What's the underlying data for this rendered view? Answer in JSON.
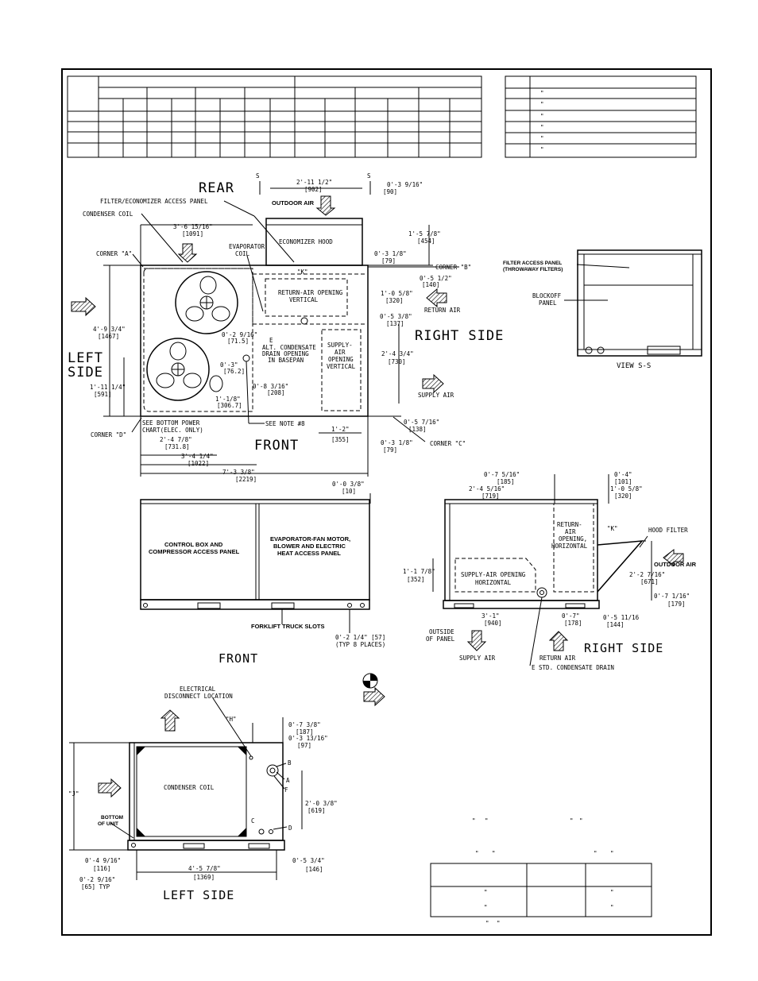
{
  "plan_top": {
    "title_rear": "REAR",
    "title_front": "FRONT",
    "title_left_side": [
      "LEFT",
      "SIDE"
    ],
    "title_right_side": "RIGHT SIDE",
    "labels": {
      "filter_panel": "FILTER/ECONOMIZER ACCESS PANEL",
      "condenser_coil": "CONDENSER COIL",
      "corner_a": "CORNER \"A\"",
      "corner_b": "CORNER \"B\"",
      "corner_c": "CORNER \"C\"",
      "corner_d": "CORNER \"D\"",
      "evaporator_coil": [
        "EVAPORATOR",
        "COIL"
      ],
      "outdoor_air": "OUTDOOR AIR",
      "economizer_hood": "ECONOMIZER HOOD",
      "return_air_vertical": [
        "RETURN-AIR OPENING",
        "VERTICAL"
      ],
      "return_air": "RETURN AIR",
      "alt_drain": [
        "E",
        "ALT. CONDENSATE",
        "DRAIN OPENING",
        "IN BASEPAN"
      ],
      "supply_air_vertical": [
        "SUPPLY-",
        "AIR",
        "OPENING",
        "VERTICAL"
      ],
      "supply_air": "SUPPLY AIR",
      "bottom_power": [
        "SEE BOTTOM POWER",
        "CHART(ELEC. ONLY)"
      ],
      "note8": "SEE NOTE #8",
      "k": "\"K\"",
      "section_s": "S"
    },
    "dims": {
      "d_2_11": [
        "2'-11 1/2\"",
        "[902]"
      ],
      "d_0_3_9": [
        "0'-3 9/16\"",
        "[90]"
      ],
      "d_3_6": [
        "3'-6 15/16\"",
        "[1091]"
      ],
      "d_1_5": [
        "1'-5 7/8\"",
        "[454]"
      ],
      "d_0_3_1a": [
        "0'-3 1/8\"",
        "[79]"
      ],
      "d_0_5_1": [
        "0'-5 1/2\"",
        "[140]"
      ],
      "d_1_0": [
        "1'-0 5/8\"",
        "[320]"
      ],
      "d_0_5_3": [
        "0'-5 3/8\"",
        "[137]"
      ],
      "d_4_9": [
        "4'-9 3/4\"",
        "[1467]"
      ],
      "d_0_2_9": [
        "0'-2 9/16\"",
        "[71.5]"
      ],
      "d_0_3": [
        "0'-3\"",
        "[76.2]"
      ],
      "d_1_11": [
        "1'-11 1/4\"",
        "[591]"
      ],
      "d_1_1_8": [
        "1'-1/8\"",
        "[306.7]"
      ],
      "d_0_8": [
        "0'-8 3/16\"",
        "[208]"
      ],
      "d_2_4_3": [
        "2'-4 3/4\"",
        "[730]"
      ],
      "d_2_4_7": [
        "2'-4 7/8\"",
        "[731.8]"
      ],
      "d_1_2": [
        "1'-2\"",
        "[355]"
      ],
      "d_0_5_7": [
        "0'-5 7/16\"",
        "[138]"
      ],
      "d_0_3_1b": [
        "0'-3 1/8\"",
        "[79]"
      ],
      "d_3_4": [
        "3'-4 1/4\"",
        "[1022]"
      ],
      "d_7_3": [
        "7'-3 3/8\"",
        "[2219]"
      ]
    }
  },
  "view_s5": {
    "filter_access": [
      "FILTER ACCESS PANEL",
      "(THROWAWAY FILTERS)"
    ],
    "blockoff": [
      "BLOCKOFF",
      "PANEL"
    ],
    "title": "VIEW S-S"
  },
  "front_view": {
    "panel_left": [
      "CONTROL BOX AND",
      "COMPRESSOR ACCESS PANEL"
    ],
    "panel_right": [
      "EVAPORATOR-FAN MOTOR,",
      "BLOWER AND ELECTRIC",
      "HEAT ACCESS PANEL"
    ],
    "forklift": "FORKLIFT TRUCK SLOTS",
    "d_0_0": [
      "0'-0 3/8\"",
      "[10]"
    ],
    "d_0_2_1": [
      "0'-2 1/4\" [57]",
      "(TYP 8 PLACES)"
    ],
    "title": "FRONT"
  },
  "right_view": {
    "d_0_7_5": [
      "0'-7 5/16\"",
      "[185]"
    ],
    "d_2_4_5": [
      "2'-4 5/16\"",
      "[719]"
    ],
    "d_0_4": [
      "0'-4\"",
      "[101]"
    ],
    "d_1_0_5": [
      "1'-0 5/8\"",
      "[320]"
    ],
    "k": "\"K\"",
    "return_horiz": [
      "RETURN-",
      "AIR",
      "OPENING,",
      "HORIZONTAL"
    ],
    "hood_filter": "HOOD FILTER",
    "outdoor_air": "OUTDOOR AIR",
    "supply_horiz": [
      "SUPPLY-AIR OPENING",
      "HORIZONTAL"
    ],
    "d_1_1_7": [
      "1'-1 7/8\"",
      "[352]"
    ],
    "d_2_2": [
      "2'-2 7/16\"",
      "[671]"
    ],
    "d_0_7_1": [
      "0'-7 1/16\"",
      "[179]"
    ],
    "d_3_1": [
      "3'-1\"",
      "[940]"
    ],
    "d_0_7": [
      "0'-7\"",
      "[178]"
    ],
    "d_0_5_11": [
      "0'-5 11/16",
      "[144]"
    ],
    "outside_panel": [
      "OUTSIDE",
      "OF PANEL"
    ],
    "supply_air": "SUPPLY AIR",
    "return_air": "RETURN AIR",
    "std_drain": "E STD. CONDENSATE DRAIN",
    "title": "RIGHT SIDE"
  },
  "left_view": {
    "electrical": [
      "ELECTRICAL",
      "DISCONNECT LOCATION"
    ],
    "h": "\"H\"",
    "j": "\"J\"",
    "condenser_coil": "CONDENSER COIL",
    "bottom_unit": [
      "BOTTOM",
      "OF UNIT"
    ],
    "d_0_7_3": [
      "0'-7 3/8\"",
      "[187]"
    ],
    "d_0_3_13": [
      "0'-3 13/16\"",
      "[97]"
    ],
    "d_2_0": [
      "2'-0 3/8\"",
      "[619]"
    ],
    "d_0_4_9": [
      "0'-4 9/16\"",
      "[116]"
    ],
    "d_0_2_9t": [
      "0'-2 9/16\"",
      "[65]  TYP"
    ],
    "d_4_5": [
      "4'-5 7/8\"",
      "[1369]"
    ],
    "d_0_5_3": [
      "0'-5 3/4\"",
      "[146]"
    ],
    "pts": [
      "B",
      "A",
      "F",
      "C",
      "D"
    ],
    "title": "LEFT SIDE"
  },
  "marks": {
    "quote": "\""
  }
}
